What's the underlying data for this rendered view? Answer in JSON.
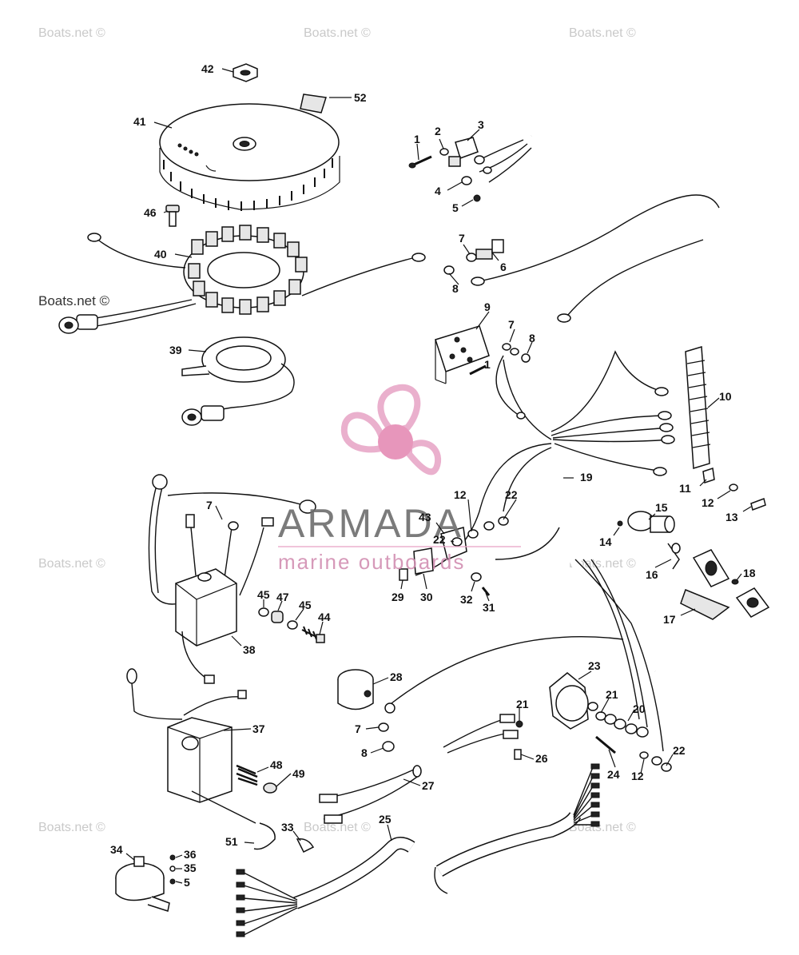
{
  "watermarks": {
    "site": "Boats.net ©",
    "brand": "ARMADA",
    "brand_sub": "marine outboards"
  },
  "colors": {
    "logo_pink": "#e8a8c8",
    "logo_center": "#e58bb4",
    "brand_grey": "#6d6d6d",
    "brand_sub_pink": "#d28fb2"
  },
  "labels": [
    "1",
    "2",
    "3",
    "4",
    "5",
    "6",
    "7",
    "8",
    "9",
    "10",
    "11",
    "12",
    "13",
    "14",
    "15",
    "16",
    "17",
    "18",
    "19",
    "20",
    "21",
    "22",
    "23",
    "24",
    "25",
    "26",
    "27",
    "28",
    "29",
    "30",
    "31",
    "32",
    "33",
    "34",
    "35",
    "36",
    "37",
    "38",
    "39",
    "40",
    "41",
    "42",
    "43",
    "44",
    "45",
    "46",
    "47",
    "48",
    "49",
    "51",
    "52"
  ]
}
